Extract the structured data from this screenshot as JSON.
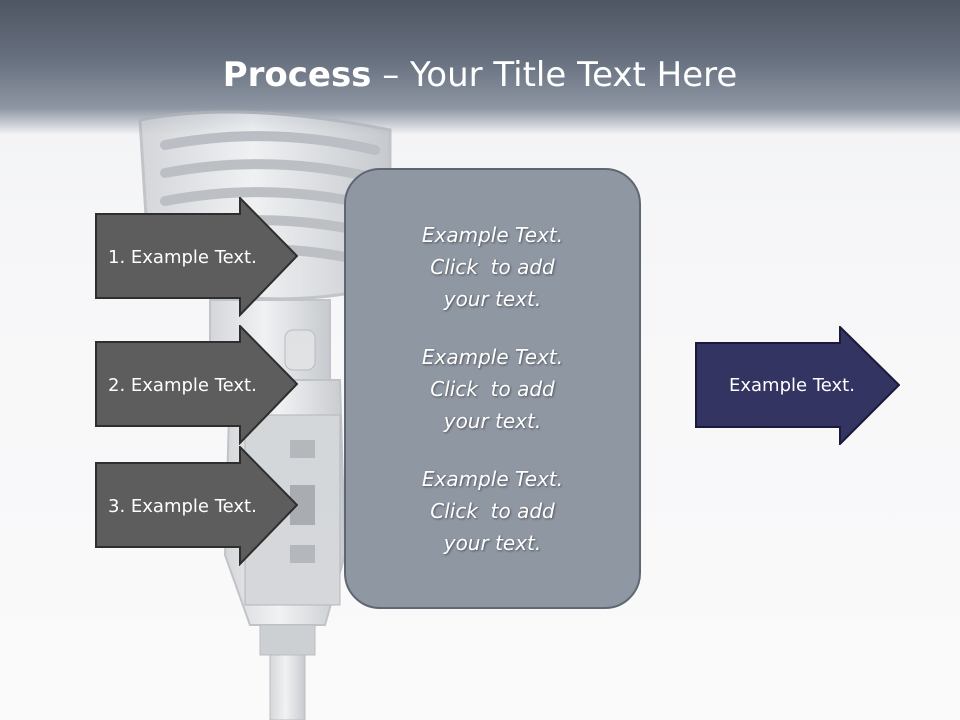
{
  "title": {
    "bold": "Process",
    "rest": " – Your Title Text Here"
  },
  "steps": [
    {
      "label": "1. Example Text."
    },
    {
      "label": "2. Example Text."
    },
    {
      "label": "3. Example Text."
    }
  ],
  "center_box": {
    "paragraphs": [
      {
        "lines": [
          "Example Text.",
          "Click  to add",
          "your text."
        ]
      },
      {
        "lines": [
          "Example Text.",
          "Click  to add",
          "your text."
        ]
      },
      {
        "lines": [
          "Example Text.",
          "Click  to add",
          "your text."
        ]
      }
    ]
  },
  "output_arrow": {
    "label": "Example Text."
  },
  "colors": {
    "step_arrow_fill": "#5d5d5d",
    "output_arrow_fill": "#343462",
    "center_box_fill": "#8f97a3",
    "header_dark": "#4e5563"
  }
}
